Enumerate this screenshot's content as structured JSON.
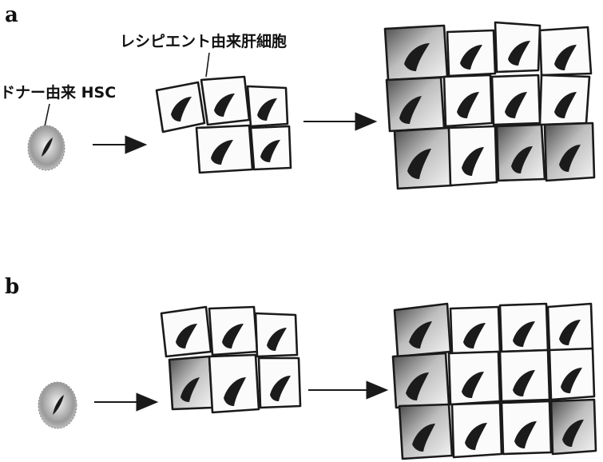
{
  "panels": [
    {
      "label": "a"
    },
    {
      "label": "b"
    }
  ],
  "callouts": {
    "recipient_hepatocyte": "レシピエント由来肝細胞",
    "donor_hsc": "ドナー由来 HSC"
  },
  "colors": {
    "ink": "#1a1a1a",
    "cell_fill": "#fbfbfb",
    "shade": "#6e6e6e"
  }
}
